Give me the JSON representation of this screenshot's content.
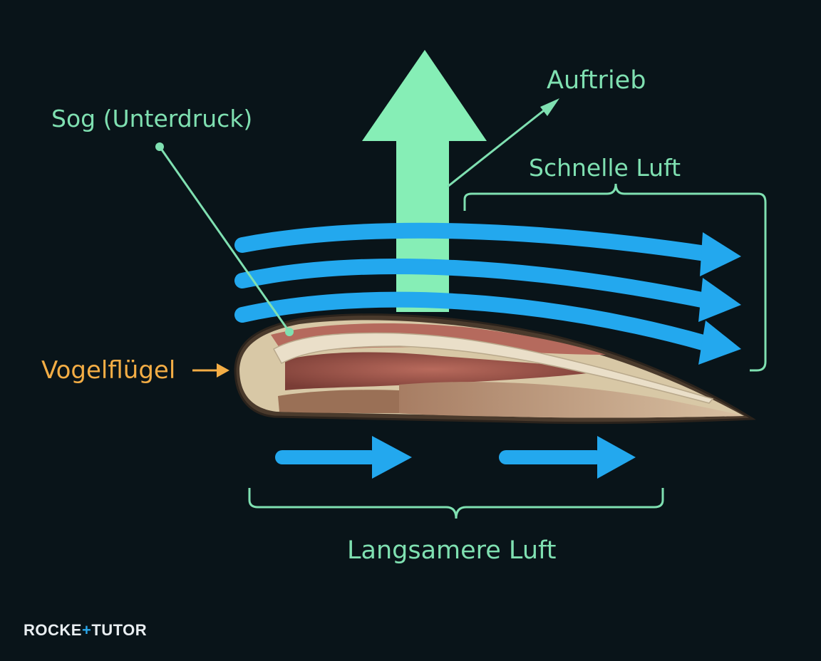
{
  "labels": {
    "lift": "Auftrieb",
    "suction": "Sog (Unterdruck)",
    "fast_air": "Schnelle Luft",
    "wing": "Vogelflügel",
    "slow_air": "Langsamere Luft"
  },
  "logo": {
    "part1": "ROCKE",
    "plus": "+",
    "part2": "TUTOR"
  },
  "colors": {
    "background": "#091419",
    "label_green": "#7fe0b1",
    "lift_arrow": "#86eeb6",
    "airflow_blue": "#23a8ee",
    "wing_label_orange": "#f3ad45"
  }
}
